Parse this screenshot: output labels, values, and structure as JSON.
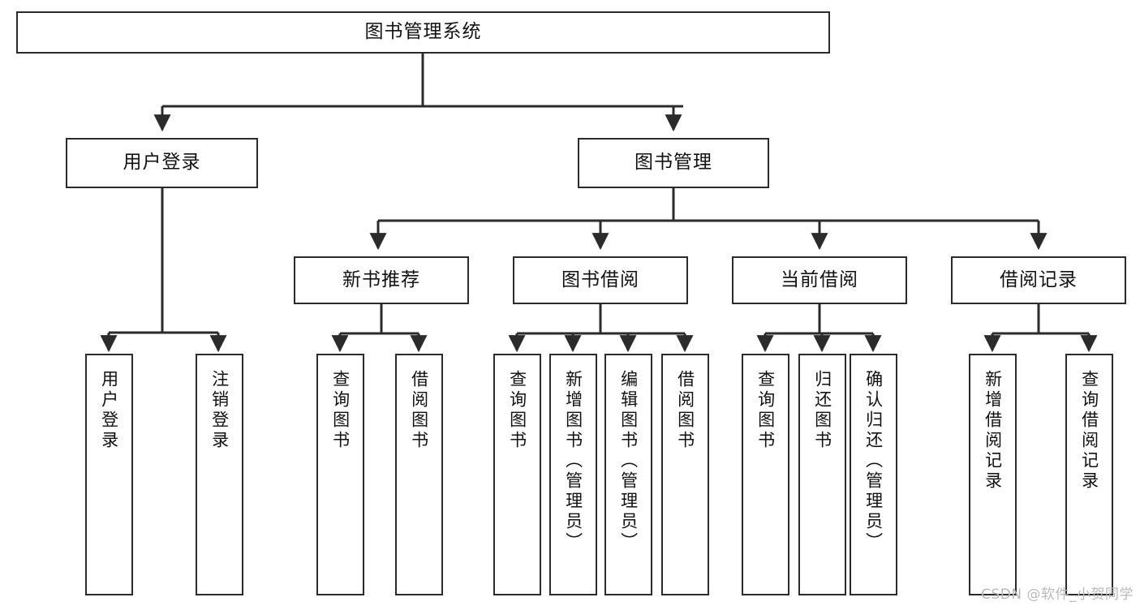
{
  "diagram": {
    "title_node": {
      "id": "root",
      "label": "图书管理系统"
    },
    "level2": [
      {
        "id": "user-login",
        "label": "用户登录"
      },
      {
        "id": "book-manage",
        "label": "图书管理"
      }
    ],
    "level3": [
      {
        "id": "new-book-recommend",
        "label": "新书推荐"
      },
      {
        "id": "book-borrow",
        "label": "图书借阅"
      },
      {
        "id": "current-borrow",
        "label": "当前借阅"
      },
      {
        "id": "borrow-record",
        "label": "借阅记录"
      }
    ],
    "leaves": [
      {
        "id": "leaf-user-login",
        "label": "用户登录",
        "parent": "user-login"
      },
      {
        "id": "leaf-logout",
        "label": "注销登录",
        "parent": "user-login"
      },
      {
        "id": "leaf-query-book-1",
        "label": "查询图书",
        "parent": "new-book-recommend"
      },
      {
        "id": "leaf-borrow-book-1",
        "label": "借阅图书",
        "parent": "new-book-recommend"
      },
      {
        "id": "leaf-query-book-2",
        "label": "查询图书",
        "parent": "book-borrow"
      },
      {
        "id": "leaf-add-book",
        "label": "新增图书（管理员）",
        "parent": "book-borrow"
      },
      {
        "id": "leaf-edit-book",
        "label": "编辑图书（管理员）",
        "parent": "book-borrow"
      },
      {
        "id": "leaf-borrow-book-2",
        "label": "借阅图书",
        "parent": "book-borrow"
      },
      {
        "id": "leaf-query-book-3",
        "label": "查询图书",
        "parent": "current-borrow"
      },
      {
        "id": "leaf-return-book",
        "label": "归还图书",
        "parent": "current-borrow"
      },
      {
        "id": "leaf-confirm-return",
        "label": "确认归还（管理员）",
        "parent": "current-borrow"
      },
      {
        "id": "leaf-add-record",
        "label": "新增借阅记录",
        "parent": "borrow-record"
      },
      {
        "id": "leaf-query-record",
        "label": "查询借阅记录",
        "parent": "borrow-record"
      }
    ],
    "watermark": "CSDN @软件_小贺同学",
    "colors": {
      "stroke": "#2b2b2b",
      "fill": "#ffffff",
      "text": "#111111",
      "watermark": "#b9b9b9"
    }
  }
}
